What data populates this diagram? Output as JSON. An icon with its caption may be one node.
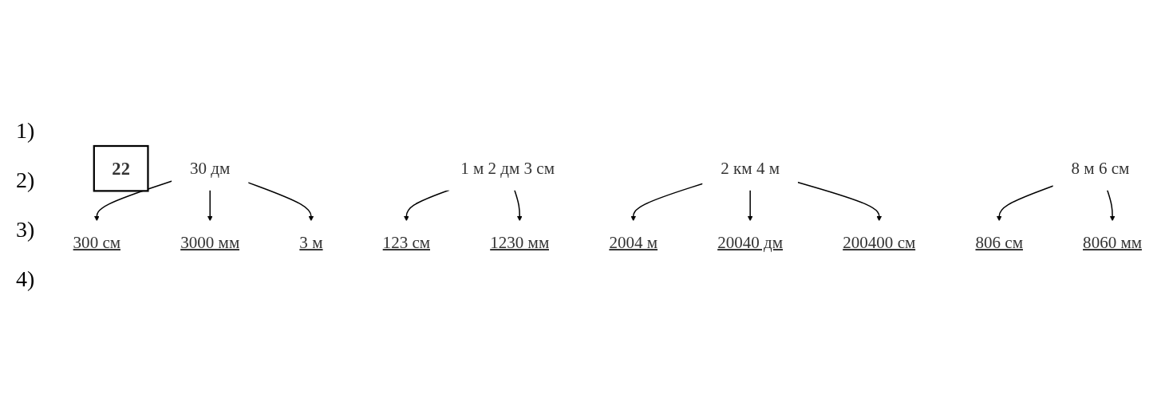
{
  "diagram": {
    "nodes": [
      {
        "text": [
          "22"
        ]
      },
      {
        "text": [
          "30 дм"
        ]
      },
      {
        "text": [
          "300 см"
        ]
      },
      {
        "text": [
          "3000 мм"
        ]
      },
      {
        "text": [
          "3 м"
        ]
      },
      {
        "text": [
          "1 м 2 дм 3 см"
        ]
      },
      {
        "text": [
          "123 см"
        ]
      },
      {
        "text": [
          "1230 мм"
        ]
      },
      {
        "text": [
          "2 км 4 м"
        ]
      },
      {
        "text": [
          "2004 м"
        ]
      },
      {
        "text": [
          "20040 дм"
        ]
      },
      {
        "text": [
          "200400 см"
        ]
      },
      {
        "text": [
          "8 м 6 см"
        ]
      },
      {
        "text": [
          "806 см"
        ]
      },
      {
        "text": [
          "8060 мм"
        ]
      }
    ],
    "edges": [
      {
        "from": 1,
        "to": 2,
        "arrow": "to"
      },
      {
        "from": 1,
        "to": 3,
        "arrow": "to"
      },
      {
        "from": 1,
        "to": 4,
        "arrow": "to"
      },
      {
        "from": 5,
        "to": 6,
        "arrow": "to"
      },
      {
        "from": 5,
        "to": 7,
        "arrow": "to"
      },
      {
        "from": 8,
        "to": 9,
        "arrow": "to"
      },
      {
        "from": 8,
        "to": 10,
        "arrow": "to"
      },
      {
        "from": 8,
        "to": 11,
        "arrow": "to"
      },
      {
        "from": 12,
        "to": 13,
        "arrow": "to"
      },
      {
        "from": 12,
        "to": 14,
        "arrow": "to"
      }
    ],
    "labels": [
      "1)",
      "2)",
      "3)",
      "4)"
    ]
  }
}
